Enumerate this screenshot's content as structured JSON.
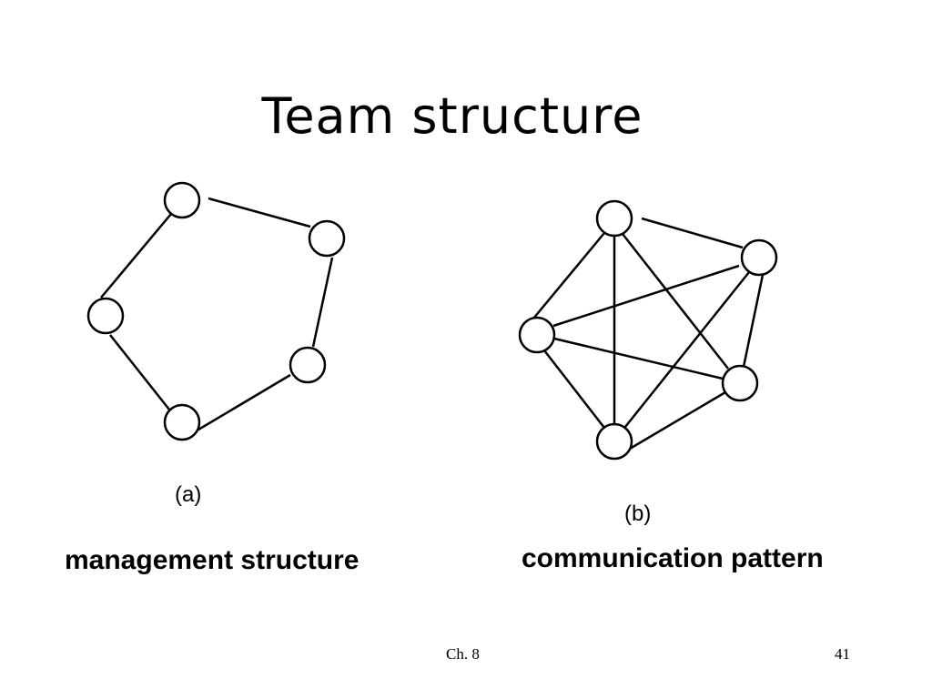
{
  "title": "Team structure",
  "diagram_a": {
    "label": "(a)",
    "caption": "management structure"
  },
  "diagram_b": {
    "label": "(b)",
    "caption": "communication pattern"
  },
  "footer": {
    "chapter": "Ch. 8",
    "page_number": "41"
  }
}
